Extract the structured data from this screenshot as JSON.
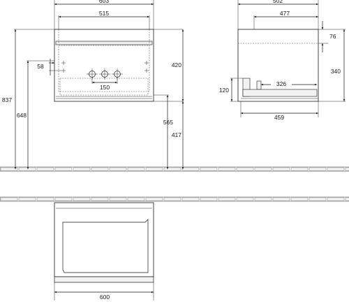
{
  "drawing": {
    "front_view": {
      "dim_overall_width": "603",
      "dim_inner_width": "515",
      "dim_hole_offset": "58",
      "dim_tap_spacing": "150",
      "dim_overall_height": "837",
      "dim_drain_height": "648",
      "dim_cabinet_height": "420",
      "dim_bottom_to_drawer": "565",
      "dim_floor_clearance": "417"
    },
    "side_view": {
      "dim_overall_depth": "502",
      "dim_inner_depth": "477",
      "dim_top_offset": "76",
      "dim_side_height": "340",
      "dim_drawer_height": "120",
      "dim_drawer_depth": "326",
      "dim_bottom_depth": "459"
    },
    "top_view": {
      "dim_width": "600"
    }
  }
}
